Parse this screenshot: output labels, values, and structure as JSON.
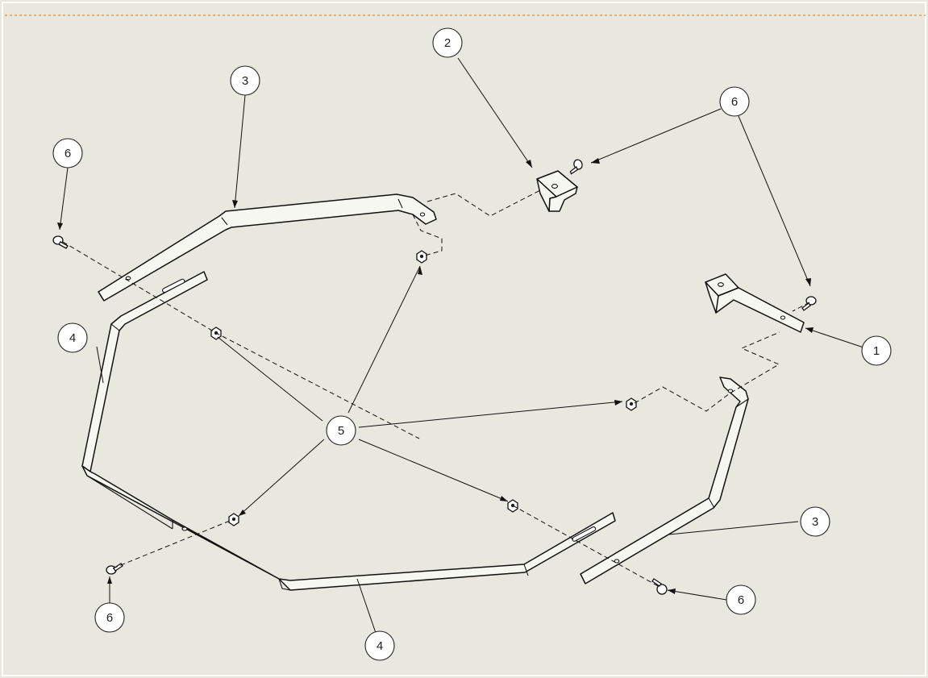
{
  "balloons": {
    "b1": "1",
    "b2": "2",
    "b3a": "3",
    "b3b": "3",
    "b4a": "4",
    "b4b": "4",
    "b5": "5",
    "b6a": "6",
    "b6b": "6",
    "b6c": "6",
    "b6d": "6"
  },
  "colors": {
    "background": "#e9e8de",
    "separator": "#f08a1c",
    "line": "#111111"
  }
}
